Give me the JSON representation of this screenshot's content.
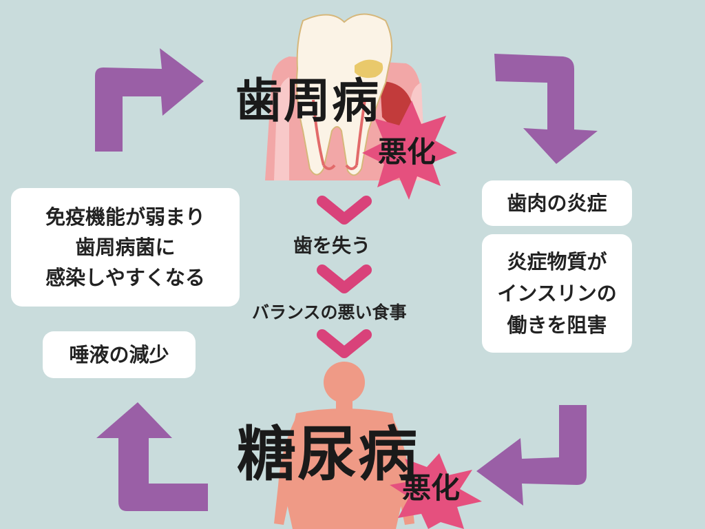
{
  "diagram": {
    "top_disease": "歯周病",
    "top_worsen": "悪化",
    "bottom_disease": "糖尿病",
    "bottom_worsen": "悪化",
    "left_box_lines": [
      "免疫機能が弱まり",
      "歯周病菌に",
      "感染しやすくなる"
    ],
    "left_small_box": "唾液の減少",
    "right_box_top": "歯肉の炎症",
    "right_box_lines": [
      "炎症物質が",
      "インスリンの",
      "働きを阻害"
    ],
    "center_items": [
      "歯を失う",
      "バランスの悪い食事"
    ]
  },
  "colors": {
    "background": "#c9dcdc",
    "arrow": "#9a5fa6",
    "chevron": "#d9427a",
    "burst": "#e5507e",
    "body": "#ef9a86",
    "tooth": "#fbf3e6",
    "gum": "#f2a7a7",
    "box": "#ffffff"
  },
  "icons": [
    "tooth-icon",
    "human-body-icon",
    "burst-icon",
    "chevron-down-icon",
    "arrow-icon"
  ]
}
